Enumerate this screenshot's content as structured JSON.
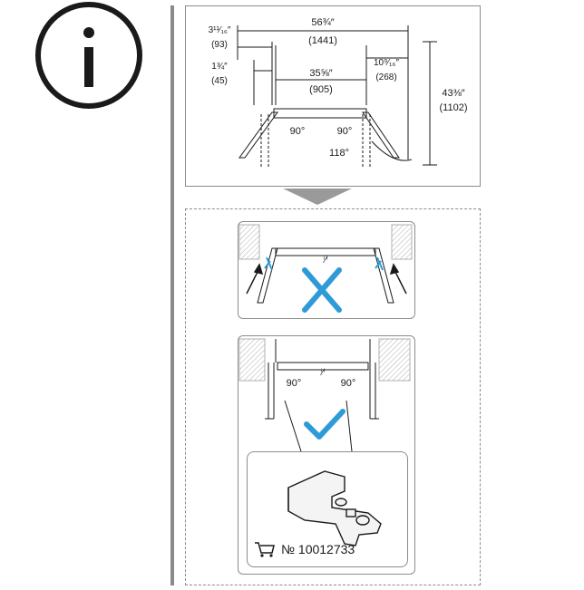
{
  "info_icon": "info-circle-icon",
  "top_panel": {
    "overall_width_in": "56¾″",
    "overall_width_mm": "(1441)",
    "side_offset_in": "3¹¹⁄₁₆″",
    "side_offset_mm": "(93)",
    "door_thickness_in": "1¾″",
    "door_thickness_mm": "(45)",
    "inner_width_in": "35⅝″",
    "inner_width_mm": "(905)",
    "right_offset_in": "10⁹⁄₁₆″",
    "right_offset_mm": "(268)",
    "depth_in": "43⅜″",
    "depth_mm": "(1102)",
    "angle_left": "90°",
    "angle_right": "90°",
    "angle_open": "118°"
  },
  "wrong_panel": {
    "gap_mark": "ⁱ⁄ⁱ",
    "verdict_icon": "cross-icon",
    "accent_color": "#2f9bd6"
  },
  "right_panel": {
    "angle_left": "90°",
    "angle_right": "90°",
    "gap_mark": "ⁱ⁄ⁱ",
    "verdict_icon": "check-icon",
    "accent_color": "#2f9bd6"
  },
  "part": {
    "cart_icon": "shopping-cart-icon",
    "number": "№ 10012733"
  }
}
